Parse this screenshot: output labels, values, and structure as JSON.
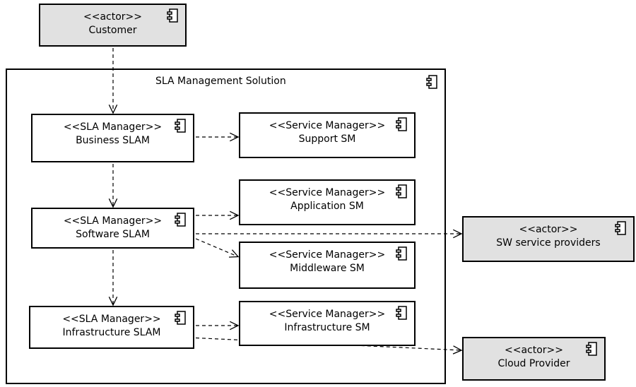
{
  "container": {
    "title": "SLA Management Solution"
  },
  "nodes": {
    "customer": {
      "stereotype": "<<actor>>",
      "name": "Customer"
    },
    "business_slam": {
      "stereotype": "<<SLA Manager>>",
      "name": "Business SLAM"
    },
    "software_slam": {
      "stereotype": "<<SLA Manager>>",
      "name": "Software SLAM"
    },
    "infrastructure_slam": {
      "stereotype": "<<SLA Manager>>",
      "name": "Infrastructure SLAM"
    },
    "support_sm": {
      "stereotype": "<<Service Manager>>",
      "name": "Support SM"
    },
    "application_sm": {
      "stereotype": "<<Service Manager>>",
      "name": "Application SM"
    },
    "middleware_sm": {
      "stereotype": "<<Service Manager>>",
      "name": "Middleware SM"
    },
    "infrastructure_sm": {
      "stereotype": "<<Service Manager>>",
      "name": "Infrastructure SM"
    },
    "sw_service_providers": {
      "stereotype": "<<actor>>",
      "name": "SW service providers"
    },
    "cloud_provider": {
      "stereotype": "<<actor>>",
      "name": "Cloud Provider"
    }
  },
  "edges": [
    {
      "from": "customer",
      "to": "business_slam",
      "style": "dashed"
    },
    {
      "from": "business_slam",
      "to": "support_sm",
      "style": "dashed"
    },
    {
      "from": "business_slam",
      "to": "software_slam",
      "style": "dashed"
    },
    {
      "from": "software_slam",
      "to": "application_sm",
      "style": "dashed"
    },
    {
      "from": "software_slam",
      "to": "sw_service_providers",
      "style": "dashed"
    },
    {
      "from": "software_slam",
      "to": "middleware_sm",
      "style": "dashed"
    },
    {
      "from": "software_slam",
      "to": "infrastructure_slam",
      "style": "dashed"
    },
    {
      "from": "infrastructure_slam",
      "to": "infrastructure_sm",
      "style": "dashed"
    },
    {
      "from": "infrastructure_slam",
      "to": "cloud_provider",
      "style": "dashed"
    }
  ]
}
